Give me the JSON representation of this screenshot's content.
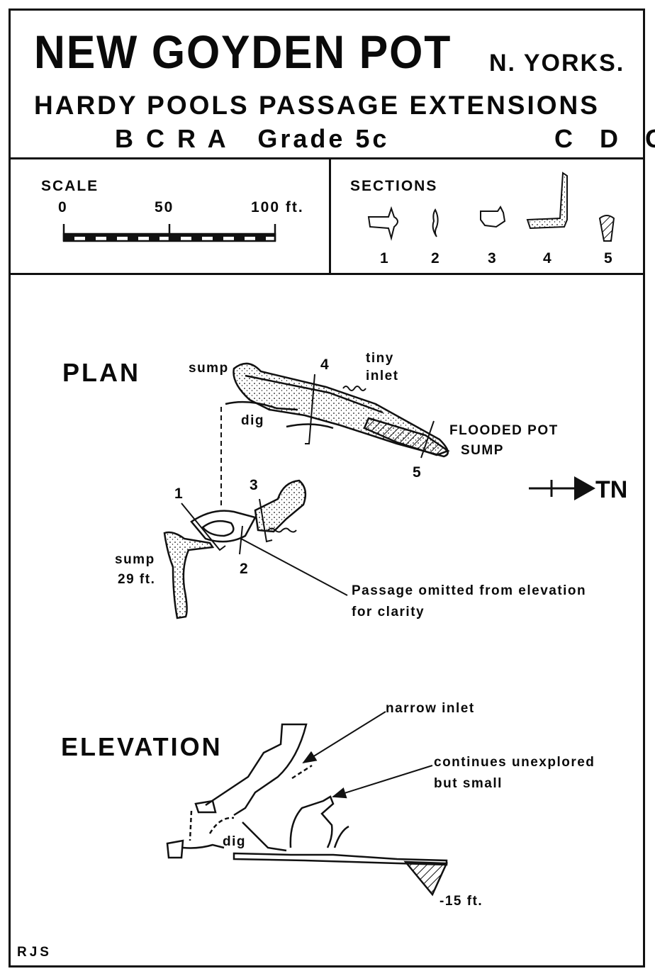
{
  "header": {
    "title": "NEW GOYDEN POT",
    "county": "N. YORKS.",
    "subtitle": "HARDY POOLS PASSAGE EXTENSIONS",
    "grade": "B C R A   Grade 5c",
    "club": "C D G"
  },
  "scale": {
    "label": "SCALE",
    "tick_0": "0",
    "tick_50": "50",
    "tick_100": "100 ft."
  },
  "sections": {
    "label": "SECTIONS",
    "numbers": [
      "1",
      "2",
      "3",
      "4",
      "5"
    ]
  },
  "plan": {
    "heading": "PLAN",
    "sump_top": "sump",
    "tiny_inlet": "tiny\ninlet",
    "dig": "dig",
    "flooded_pot": "FLOODED POT",
    "flooded_sump": "SUMP",
    "sump_29": "sump",
    "sump_29_depth": "29 ft.",
    "section_marks": [
      "1",
      "2",
      "3",
      "4",
      "5"
    ],
    "note_line1": "Passage omitted from elevation",
    "note_line2": "for clarity",
    "north_label": "TN"
  },
  "elevation": {
    "heading": "ELEVATION",
    "narrow_inlet": "narrow inlet",
    "continues_line1": "continues unexplored",
    "continues_line2": "but small",
    "dig": "dig",
    "depth": "-15 ft."
  },
  "author": "RJS"
}
